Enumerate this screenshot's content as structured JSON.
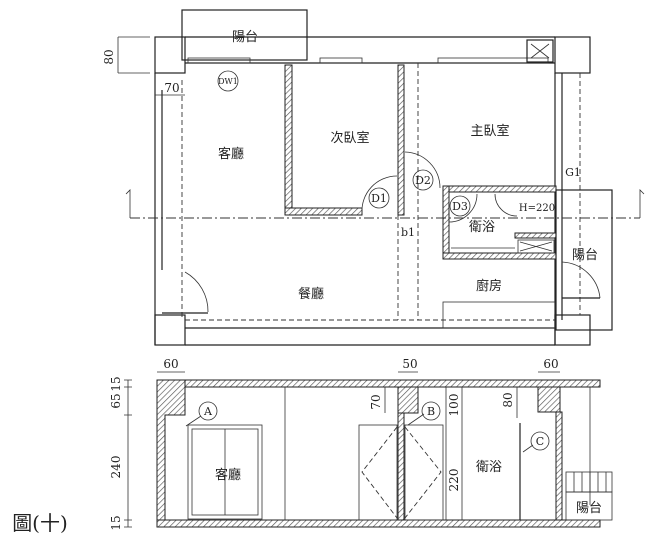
{
  "figure_caption": "圖(十)",
  "plan": {
    "rooms": {
      "balcony_top": "陽台",
      "living_room": "客廳",
      "second_bedroom": "次臥室",
      "master_bedroom": "主臥室",
      "dining_room": "餐廳",
      "kitchen": "廚房",
      "bathroom": "衛浴",
      "balcony_right": "陽台"
    },
    "tags": {
      "dw1": "DW1",
      "d1": "D1",
      "d2": "D2",
      "d3": "D3",
      "g1": "G1",
      "b1": "b1",
      "h220": "H=220"
    },
    "dims": {
      "top_wall": "80",
      "left_offset": "70"
    }
  },
  "elevation": {
    "rooms": {
      "living_room": "客廳",
      "bathroom": "衛浴",
      "balcony": "陽台"
    },
    "tags": {
      "a": "A",
      "b": "B",
      "c": "C"
    },
    "dims": {
      "top_left": "60",
      "top_mid": "50",
      "top_right": "60",
      "left_15_top": "15",
      "left_65": "65",
      "left_240": "240",
      "left_15_bottom": "15",
      "beam_70": "70",
      "beam_100": "100",
      "beam_80": "80",
      "door_220": "220"
    }
  }
}
